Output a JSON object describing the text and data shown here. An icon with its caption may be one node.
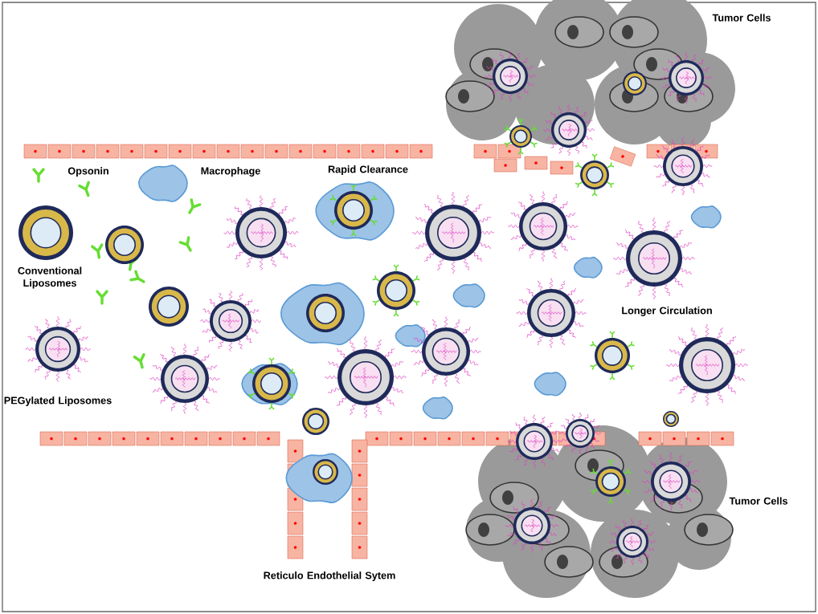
{
  "diagram": {
    "labels": [
      "Tumor Cells",
      "Opsonin",
      "Macrophage",
      "Rapid Clearance",
      "Conventional Liposomes",
      "Longer Circulation",
      "PEGylated Liposomes",
      "Tumor Cells",
      "Reticulo Endothelial Sytem"
    ]
  }
}
